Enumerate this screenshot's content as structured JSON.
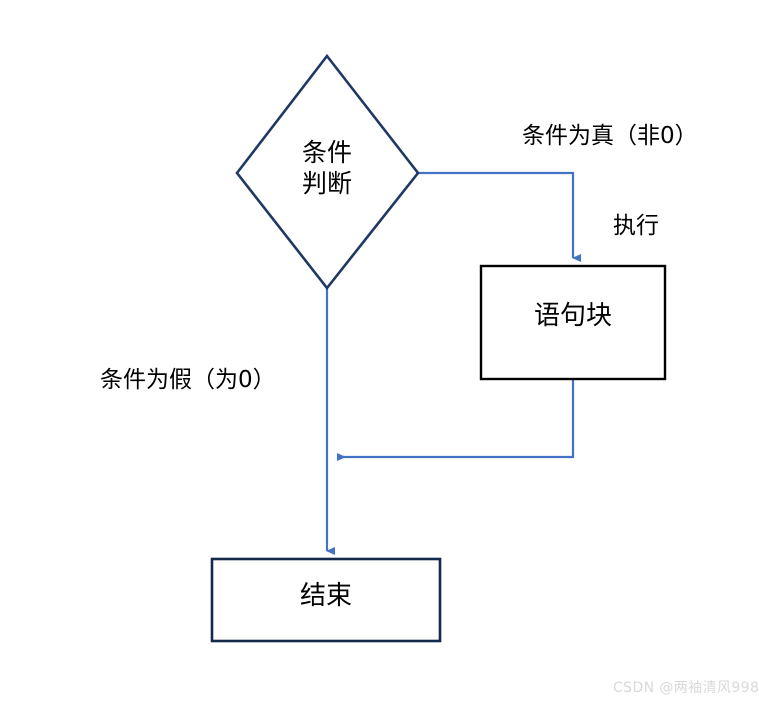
{
  "diagram": {
    "type": "flowchart",
    "title": "",
    "nodes": [
      {
        "id": "condition",
        "shape": "diamond",
        "label": "条件\n判断",
        "stroke": "#1F3864",
        "fill": "#FFFFFF"
      },
      {
        "id": "statement-block",
        "shape": "rectangle",
        "label": "语句块",
        "stroke": "#000000",
        "fill": "#FFFFFF"
      },
      {
        "id": "end",
        "shape": "rectangle",
        "label": "结束",
        "stroke": "#14294B",
        "fill": "#FFFFFF"
      }
    ],
    "edges": [
      {
        "id": "true-branch",
        "from": "condition",
        "to": "statement-block",
        "label": "条件为真（非0）",
        "color": "#4472C4"
      },
      {
        "id": "execute",
        "from": "true-branch",
        "to": "statement-block",
        "label": "执行",
        "color": "#4472C4"
      },
      {
        "id": "false-branch",
        "from": "condition",
        "to": "end",
        "label": "条件为假（为0）",
        "color": "#4472C4"
      },
      {
        "id": "loop-back",
        "from": "statement-block",
        "to": "false-branch",
        "label": "",
        "color": "#4472C4"
      }
    ],
    "colors": {
      "diamond_stroke": "#1F3864",
      "block_stroke": "#000000",
      "end_stroke": "#14294B",
      "connector": "#4472C4",
      "background": "#FFFFFF",
      "text": "#000000",
      "watermark": "#D9D9D9"
    }
  },
  "watermark": {
    "text": "CSDN @两袖清风998"
  }
}
